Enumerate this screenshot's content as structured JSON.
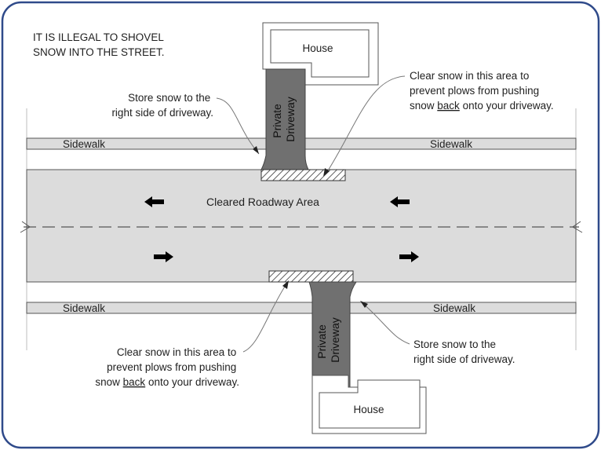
{
  "title_lines": [
    "IT IS ILLEGAL TO SHOVEL",
    "SNOW INTO THE STREET."
  ],
  "houses": {
    "top": "House",
    "bottom": "House"
  },
  "driveways": {
    "top": [
      "Private",
      "Driveway"
    ],
    "bottom": [
      "Private",
      "Driveway"
    ]
  },
  "sidewalks": {
    "top_left": "Sidewalk",
    "top_right": "Sidewalk",
    "bottom_left": "Sidewalk",
    "bottom_right": "Sidewalk"
  },
  "roadway_label": "Cleared Roadway Area",
  "notes": {
    "store_top": [
      "Store snow to the",
      "right side of driveway."
    ],
    "clear_top": {
      "line1": "Clear snow in this area to",
      "line2": "prevent plows from pushing",
      "line3_pre": "snow ",
      "line3_underlined": "back",
      "line3_post": " onto your driveway."
    },
    "clear_bottom": {
      "line1": "Clear snow in this area to",
      "line2": "prevent plows from pushing",
      "line3_pre": "snow ",
      "line3_underlined": "back",
      "line3_post": " onto your driveway."
    },
    "store_bottom": [
      "Store snow to the",
      "right side of driveway."
    ]
  },
  "colors": {
    "border": "#2f4a8a",
    "road": "#dcdcdc",
    "sidewalk": "#dcdcdc",
    "driveway": "#707070",
    "line": "#555555"
  }
}
